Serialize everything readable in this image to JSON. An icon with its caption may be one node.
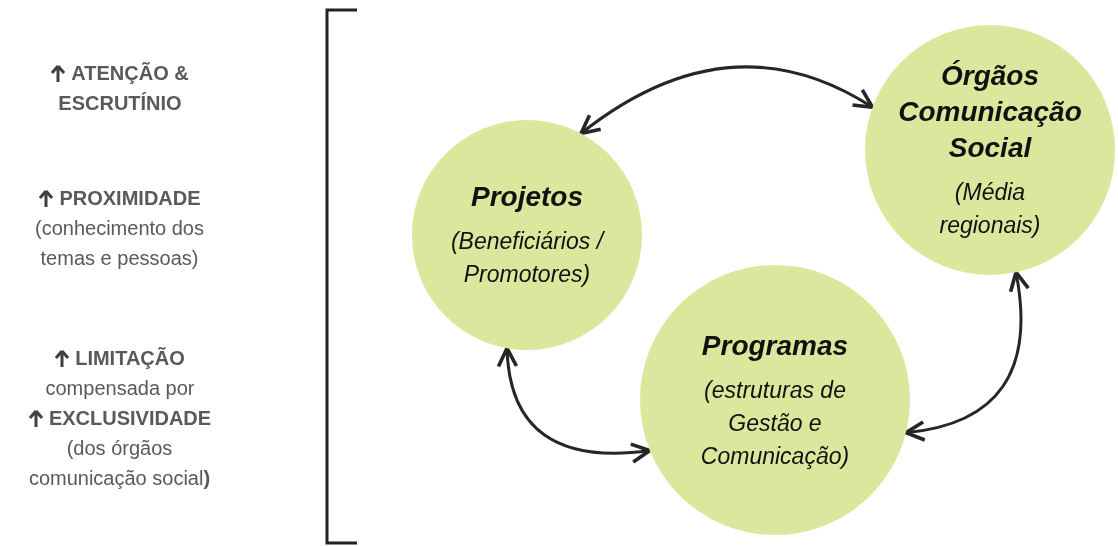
{
  "diagram": {
    "nodes": [
      {
        "text": [
          "Projetos",
          "(Beneficiários / Promotores)"
        ]
      },
      {
        "text": [
          "Órgãos Comunicação Social",
          "(Média regionais)"
        ]
      },
      {
        "text": [
          "Programas",
          "(estruturas de Gestão e Comunicação)"
        ]
      }
    ],
    "edges": [
      {
        "from": 0,
        "to": 1,
        "arrow": "both"
      },
      {
        "from": 0,
        "to": 2,
        "arrow": "both"
      },
      {
        "from": 2,
        "to": 1,
        "arrow": "both"
      }
    ],
    "labels": [
      "ATENÇÃO & ESCRUTÍNIO",
      "PROXIMIDADE",
      "(conhecimento dos temas e pessoas)",
      "LIMITAÇÃO",
      "compensada por",
      "EXCLUSIVIDADE",
      "(dos órgãos comunicação social**)**"
    ]
  }
}
